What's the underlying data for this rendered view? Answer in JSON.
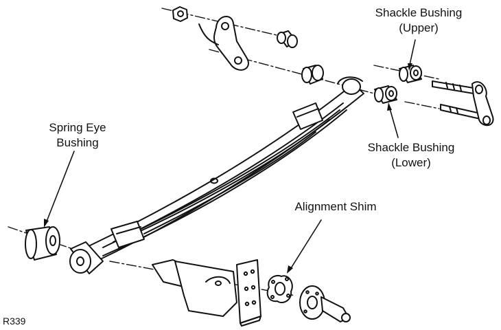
{
  "labels": {
    "shackle_upper": [
      "Shackle Bushing",
      "(Upper)"
    ],
    "shackle_lower": [
      "Shackle Bushing",
      "(Lower)"
    ],
    "spring_eye": [
      "Spring Eye",
      "Bushing"
    ],
    "alignment_shim": "Alignment Shim"
  },
  "figure_code": "R339",
  "colors": {
    "ink": "#111111",
    "paper": "#ffffff"
  }
}
